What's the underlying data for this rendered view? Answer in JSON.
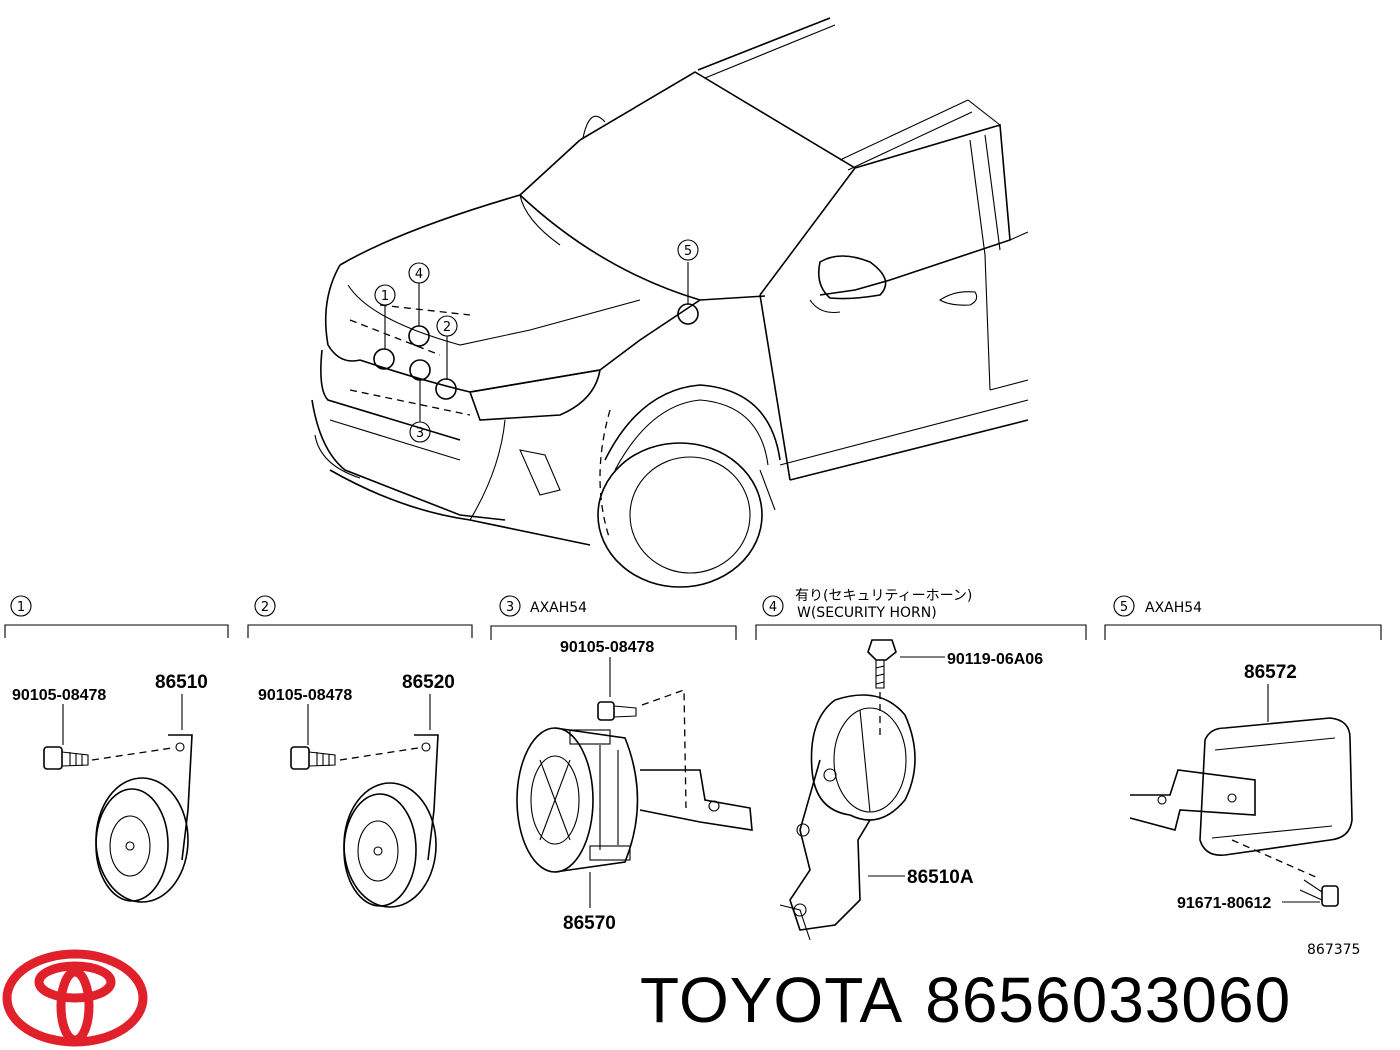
{
  "callouts": {
    "c1": "1",
    "c2": "2",
    "c3": "3",
    "c4": "4",
    "c5": "5"
  },
  "sections": [
    {
      "num": "1",
      "note": ""
    },
    {
      "num": "2",
      "note": ""
    },
    {
      "num": "3",
      "note": "AXAH54"
    },
    {
      "num": "4",
      "note_jp": "有り(セキュリティーホーン)",
      "note": "W(SECURITY HORN)"
    },
    {
      "num": "5",
      "note": "AXAH54"
    }
  ],
  "parts": {
    "s1_bolt": "90105-08478",
    "s1_horn": "86510",
    "s2_bolt": "90105-08478",
    "s2_horn": "86520",
    "s3_bolt": "90105-08478",
    "s3_horn": "86570",
    "s4_bolt": "90119-06A06",
    "s4_horn": "86510A",
    "s5_module": "86572",
    "s5_bolt": "91671-80612"
  },
  "diagram_id": "867375",
  "brand": {
    "name": "TOYOTA",
    "part_number": "8656033060",
    "logo_color": "#e0212b"
  }
}
